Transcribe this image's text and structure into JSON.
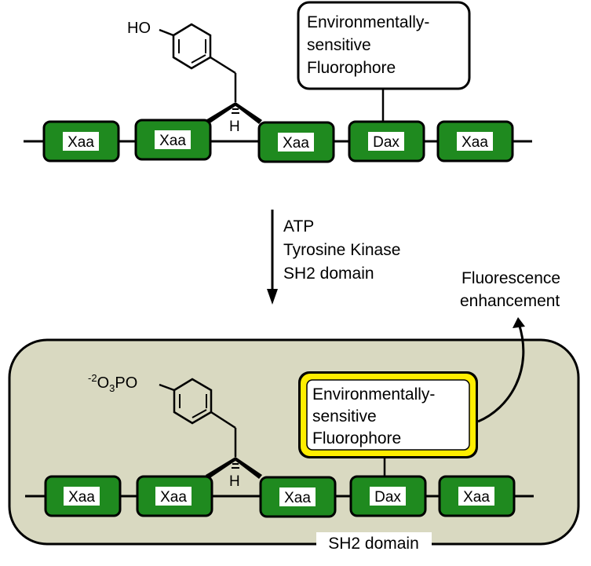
{
  "colors": {
    "residue_fill": "#1f8a1f",
    "residue_label_bg": "#ffffff",
    "domain_fill": "#d9d9c1",
    "highlight_border": "#ffee00",
    "line": "#000000"
  },
  "top_peptide": {
    "phenol_group": "HO",
    "alpha_h": "H",
    "residues": [
      "Xaa",
      "Xaa",
      "Xaa",
      "Dax",
      "Xaa"
    ],
    "fluorophore": [
      "Environmentally-",
      "sensitive",
      "Fluorophore"
    ]
  },
  "reaction": {
    "conditions": [
      "ATP",
      "Tyrosine Kinase",
      "SH2 domain"
    ]
  },
  "output": {
    "label": [
      "Fluorescence",
      "enhancement"
    ]
  },
  "bottom_peptide": {
    "phosphate_charge": "-2",
    "phosphate_o": "O",
    "phosphate_sub": "3",
    "phosphate_po": "PO",
    "alpha_h": "H",
    "residues": [
      "Xaa",
      "Xaa",
      "Xaa",
      "Dax",
      "Xaa"
    ],
    "fluorophore": [
      "Environmentally-",
      "sensitive",
      "Fluorophore"
    ],
    "domain_label": "SH2 domain"
  }
}
